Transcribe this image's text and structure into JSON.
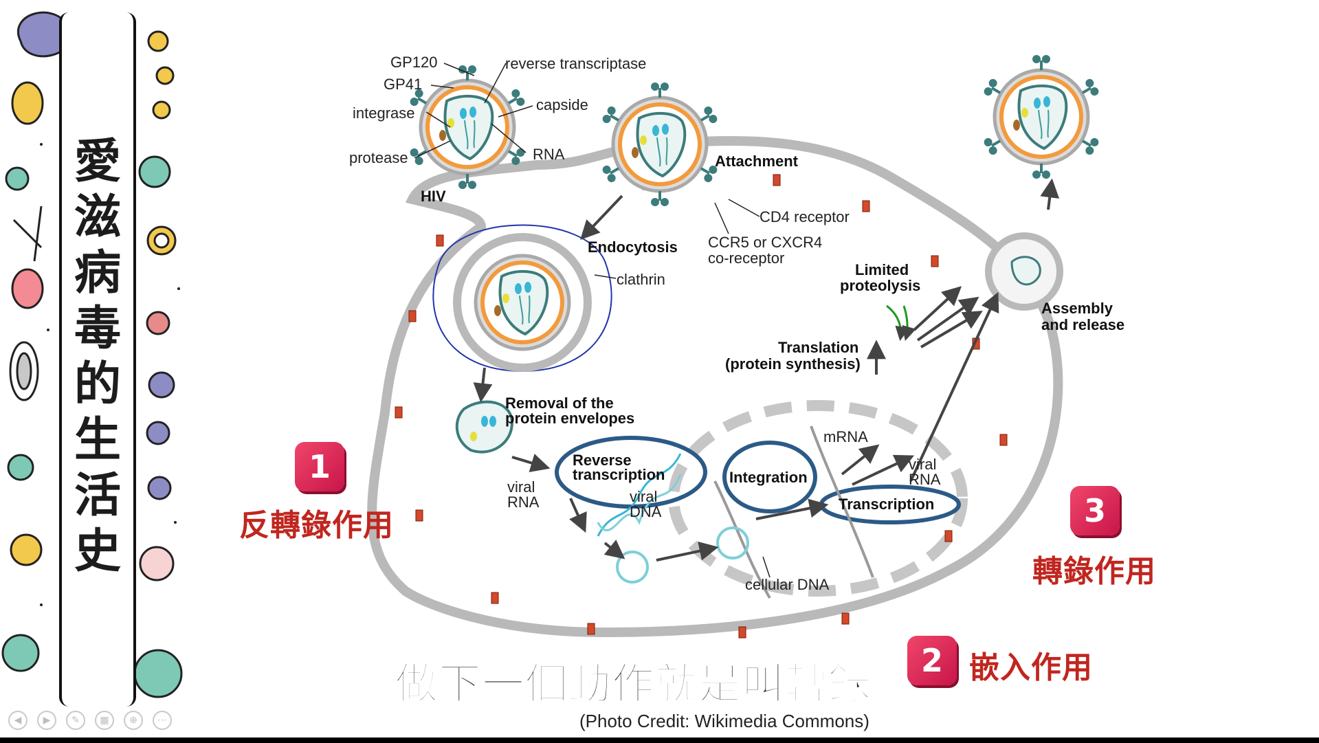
{
  "slide": {
    "title_chars": [
      "愛",
      "滋",
      "病",
      "毒",
      "的",
      "生",
      "活",
      "史"
    ],
    "subtitle": "做下一個動作就是叫轉錄",
    "credit": "(Photo Credit: Wikimedia Commons)"
  },
  "steps": [
    {
      "number": "1",
      "label": "反轉錄作用"
    },
    {
      "number": "2",
      "label": "嵌入作用"
    },
    {
      "number": "3",
      "label": "轉錄作用"
    }
  ],
  "diagram": {
    "gp120": "GP120",
    "gp41": "GP41",
    "reverse_transcriptase": "reverse transcriptase",
    "capside": "capside",
    "integrase": "integrase",
    "protease": "protease",
    "rna": "RNA",
    "hiv": "HIV",
    "attachment": "Attachment",
    "cd4_receptor": "CD4 receptor",
    "coreceptor_line1": "CCR5 or CXCR4",
    "coreceptor_line2": "co-receptor",
    "endocytosis": "Endocytosis",
    "clathrin": "clathrin",
    "removal_line1": "Removal of the",
    "removal_line2": "protein envelopes",
    "reverse_transcription_line1": "Reverse",
    "reverse_transcription_line2": "transcription",
    "viral_rna_line1": "viral",
    "viral_rna_line2": "RNA",
    "viral_dna_line1": "viral",
    "viral_dna_line2": "DNA",
    "integration": "Integration",
    "cellular_dna": "cellular DNA",
    "mrna": "mRNA",
    "viral_rna2_line1": "viral",
    "viral_rna2_line2": "RNA",
    "transcription": "Transcription",
    "translation_line1": "Translation",
    "translation_line2": "(protein synthesis)",
    "limited_line1": "Limited",
    "limited_line2": "proteolysis",
    "assembly_line1": "Assembly",
    "assembly_line2": "and release"
  },
  "colors": {
    "membrane": "#b9b9b9",
    "orange_shell": "#f39a3c",
    "teal": "#3c7c7b",
    "highlight_ring": "#2b5a86",
    "step_red": "#c0261f",
    "badge_pink": "#e8305c"
  }
}
